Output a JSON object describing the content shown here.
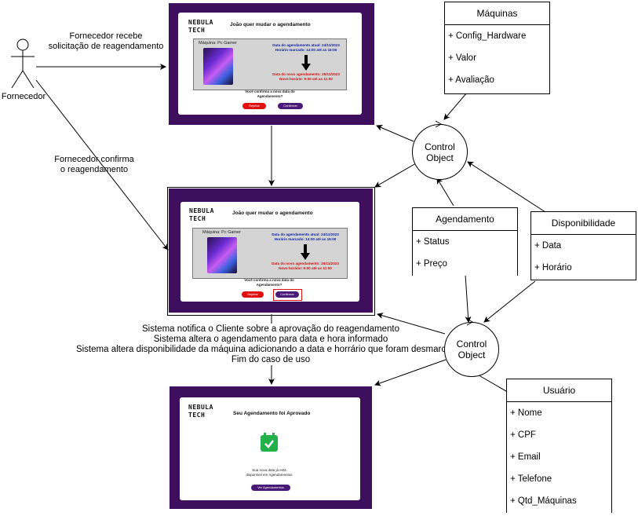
{
  "actor": {
    "label": "Fornecedor"
  },
  "flow_labels": {
    "receives": "Fornecedor recebe\nsolicitação de reagendamento",
    "confirms": "Fornecedor confirma\no reagendamento",
    "system_steps": [
      "Sistema notifica o Cliente sobre a aprovação do reagendamento",
      "Sistema altera o agendamento para data e hora informado",
      "Sistema altera disponibilidade da máquina adicionando a data e horrário que foram desmarcados",
      "Fim do caso de uso"
    ]
  },
  "screens": {
    "logo": "NEBULA\nTECH",
    "request": {
      "title": "João quer mudar o agendamento",
      "machine": "Máquina: Pc Gamer",
      "current": "Data do agendamento atual: 24/11/2023\nHorário marcado: 14:00 até as 16:00",
      "new": "Data do novo agendamento: 25/11/2023\nNovo horário: 9:00 até as 11:00",
      "question": "Você confirma a nova data do\nAgendamento?",
      "reject_label": "Rejeitar",
      "confirm_label": "Confirmar"
    },
    "approved": {
      "title": "Seu Agendamento foi Aprovado",
      "message": "Sua nova data já está\ndisponível em Agendamentos",
      "button_label": "Ver Agendamentos",
      "icon_color": "#22b04a"
    }
  },
  "classes": {
    "maquinas": {
      "name": "Máquinas",
      "attributes": [
        "+ Config_Hardware",
        "+ Valor",
        "+ Avaliação"
      ]
    },
    "agendamento": {
      "name": "Agendamento",
      "attributes": [
        "+ Status",
        "+ Preço"
      ]
    },
    "disponibilidade": {
      "name": "Disponibilidade",
      "attributes": [
        "+ Data",
        "+ Horário"
      ]
    },
    "usuario": {
      "name": "Usuário",
      "attributes": [
        "+ Nome",
        "+ CPF",
        "+ Email",
        "+ Telefone",
        "+ Qtd_Máquinas"
      ]
    }
  },
  "control_objects": [
    "Control\nObject",
    "Control\nObject"
  ],
  "colors": {
    "frame": "#3d0f5c",
    "reject": "#e01010",
    "confirm": "#4a1a78",
    "highlight": "#e01010"
  }
}
